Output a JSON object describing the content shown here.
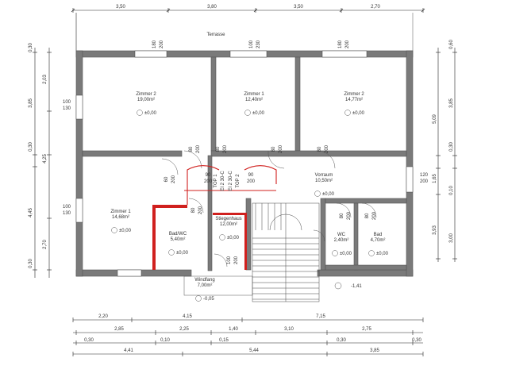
{
  "terrace_label": "Terrasse",
  "dims": {
    "top": [
      "3,50",
      "3,80",
      "3,50",
      "2,70"
    ],
    "left": [
      "0,30",
      "2,03",
      "3,85",
      "0,30",
      "4,25",
      "4,45",
      "2,70",
      "0,30"
    ],
    "right": [
      "0,60",
      "5,09",
      "3,85",
      "0,30",
      "1,65",
      "0,10",
      "3,93",
      "3,00"
    ],
    "bottom_row1": [
      "2,20",
      "4,15",
      "7,15"
    ],
    "bottom_row2": [
      "2,85",
      "2,25",
      "1,40",
      "3,10",
      "2,75"
    ],
    "bottom_row3": [
      "0,30",
      "0,10",
      "0,15",
      "0,30",
      "0,30"
    ],
    "bottom_row4": [
      "4,41",
      "5,44",
      "3,85"
    ]
  },
  "openings": {
    "top_windows": [
      "180",
      "200",
      "100",
      "230",
      "180",
      "200"
    ],
    "left_window_a": [
      "100",
      "130"
    ],
    "left_window_b": [
      "100",
      "130"
    ],
    "doors_row1": [
      "80",
      "200",
      "80",
      "200",
      "80",
      "200",
      "80",
      "200"
    ],
    "door_red_left": [
      "90",
      "200"
    ],
    "door_red_right": [
      "90",
      "200"
    ],
    "top_label": [
      "TOP 1",
      "EI 2 30-C",
      "EI 2 30-C",
      "TOP 2"
    ],
    "door_zimmer1": [
      "80",
      "200"
    ],
    "door_small_a": [
      "80",
      "200"
    ],
    "door_small_b": [
      "80",
      "200"
    ],
    "door_corridor": [
      "60",
      "200"
    ],
    "right_window": [
      "120",
      "200"
    ],
    "door_stair": [
      "100",
      "200"
    ]
  },
  "rooms": [
    {
      "name": "Zimmer 2",
      "area": "19,00m²",
      "level": "±0,00"
    },
    {
      "name": "Zimmer 1",
      "area": "12,40m²",
      "level": "±0,00"
    },
    {
      "name": "Zimmer 2",
      "area": "14,77m²",
      "level": "±0,00"
    },
    {
      "name": "Vorraum",
      "area": "10,50m²",
      "level": "±0,00"
    },
    {
      "name": "Zimmer 1",
      "area": "14,68m²",
      "level": "±0,00"
    },
    {
      "name": "Bad/WC",
      "area": "5,40m²",
      "level": "±0,00"
    },
    {
      "name": "Stiegenhaus",
      "area": "12,00m²",
      "level": "±0,00"
    },
    {
      "name": "WC",
      "area": "2,40m²",
      "level": "±0,00"
    },
    {
      "name": "Bad",
      "area": "4,70m²",
      "level": "±0,00"
    },
    {
      "name": "Windfang",
      "area": "7,00m²",
      "level": "-0,05"
    }
  ],
  "outdoor_level": "-1,41"
}
